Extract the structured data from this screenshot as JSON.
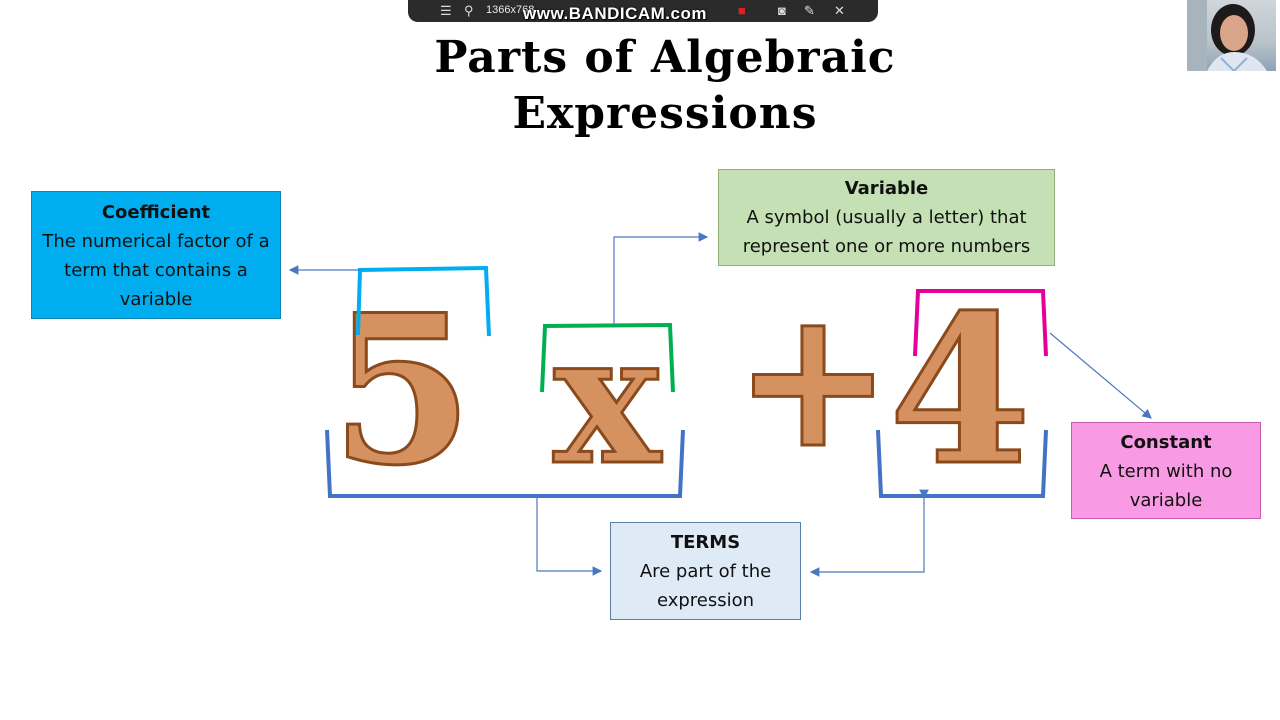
{
  "recorder": {
    "resolution": "1366x768",
    "watermark": "www.BANDICAM.com"
  },
  "slide": {
    "title_line1": "Parts of Algebraic",
    "title_line2": "Expressions",
    "expression": {
      "coefficient": "5",
      "variable": "x",
      "operator": "+",
      "constant": "4"
    },
    "coefficient_box": {
      "heading": "Coefficient",
      "text": "The numerical factor of a term that contains a variable"
    },
    "variable_box": {
      "heading": "Variable",
      "text": "A symbol (usually a letter) that represent one or more numbers"
    },
    "constant_box": {
      "heading": "Constant",
      "text": "A term with no variable"
    },
    "terms_box": {
      "heading": "TERMS",
      "text": "Are part of the expression"
    }
  },
  "colors": {
    "glyph_fill": "#d69160",
    "glyph_stroke": "#8a4a1c",
    "coefficient_bracket": "#00aeef",
    "variable_bracket": "#00b050",
    "constant_bracket": "#e6009a",
    "terms_bracket": "#4472c4",
    "arrow": "#4a78c0"
  }
}
